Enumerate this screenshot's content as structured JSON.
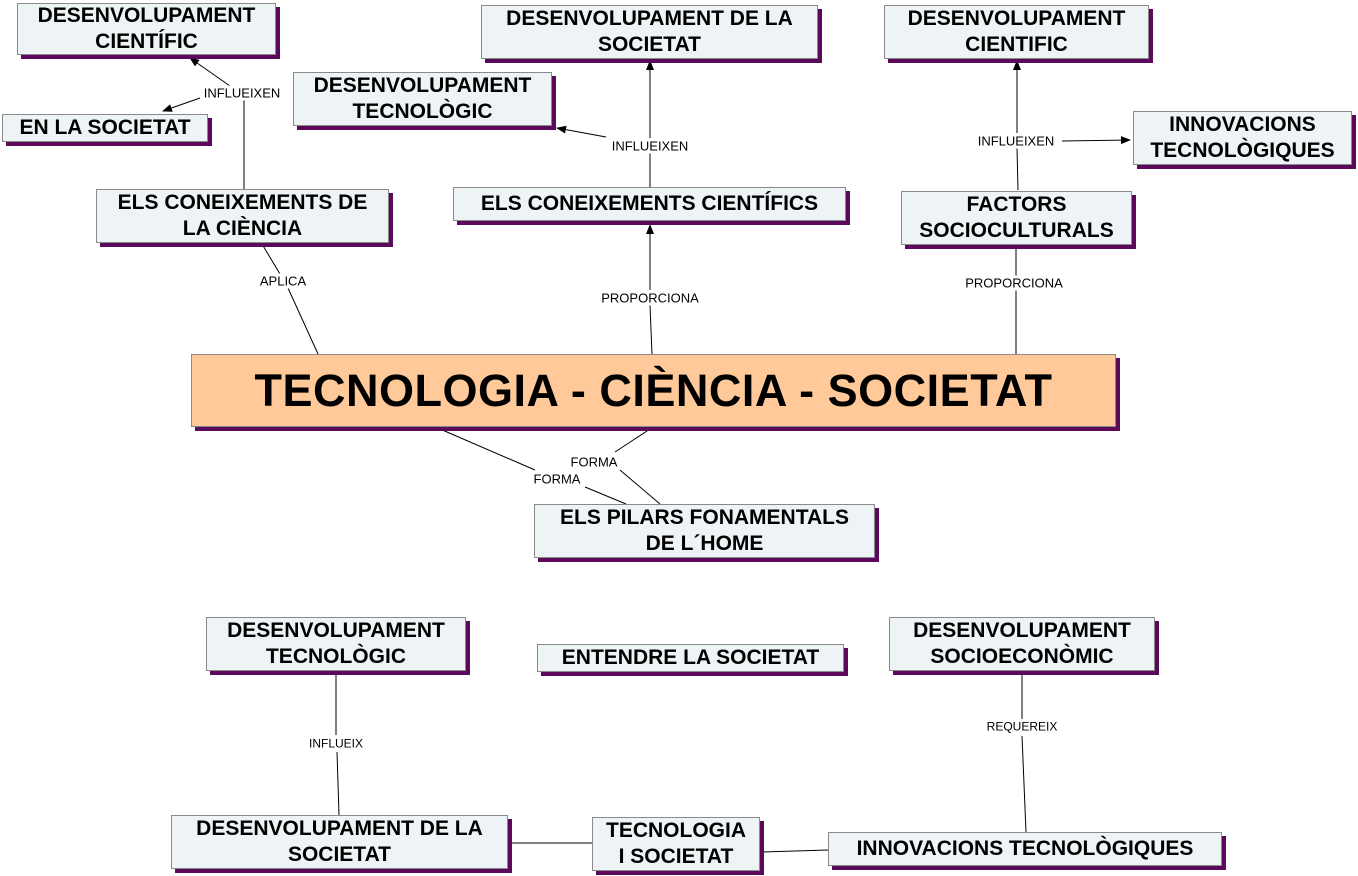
{
  "nodes": {
    "main": "TECNOLOGIA - CIÈNCIA - SOCIETAT",
    "desenv_cientific_left": "DESENVOLUPAMENT\nCIENTÍFIC",
    "en_la_societat": "EN LA SOCIETAT",
    "coneixements_ciencia": "ELS CONEIXEMENTS DE\nLA CIÈNCIA",
    "desenv_societat_top": "DESENVOLUPAMENT DE LA\nSOCIETAT",
    "desenv_tecnologic_top": "DESENVOLUPAMENT\nTECNOLÒGIC",
    "coneixements_cientifics": "ELS CONEIXEMENTS CIENTÍFICS",
    "desenv_cientific_right": "DESENVOLUPAMENT\nCIENTIFIC",
    "innovacions_top": "INNOVACIONS\nTECNOLÒGIQUES",
    "factors_socioculturals": "FACTORS\nSOCIOCULTURALS",
    "pilars_fonamentals": "ELS PILARS FONAMENTALS\nDE L´HOME",
    "desenv_tecnologic_bottom": "DESENVOLUPAMENT\nTECNOLÒGIC",
    "entendre_societat": "ENTENDRE LA SOCIETAT",
    "desenv_socioeconomic": "DESENVOLUPAMENT\nSOCIOECONÒMIC",
    "desenv_societat_bottom": "DESENVOLUPAMENT DE LA\nSOCIETAT",
    "tecnologia_societat": "TECNOLOGIA\nI SOCIETAT",
    "innovacions_bottom": "INNOVACIONS TECNOLÒGIQUES"
  },
  "labels": {
    "influeixen_left": "INFLUEIXEN",
    "aplica": "APLICA",
    "influeixen_middle": "INFLUEIXEN",
    "proporciona_middle": "PROPORCIONA",
    "influeixen_right": "INFLUEIXEN",
    "proporciona_right": "PROPORCIONA",
    "forma_1": "FORMA",
    "forma_2": "FORMA",
    "influeix": "INFLUEIX",
    "requereix": "REQUEREIX"
  }
}
